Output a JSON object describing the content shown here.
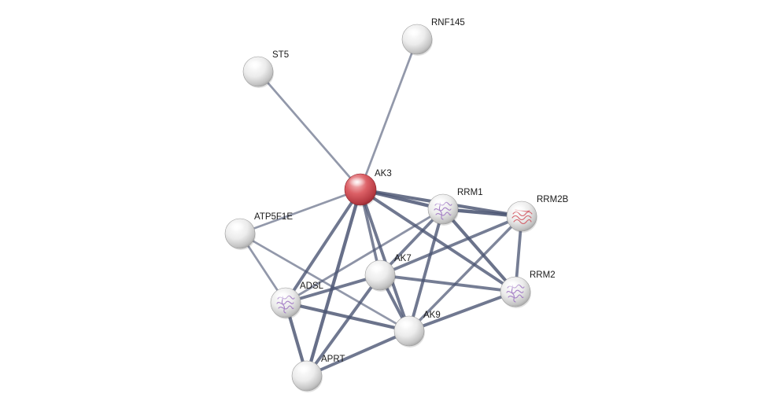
{
  "network": {
    "query_node": "AK3",
    "colors": {
      "query_node": "#d9535a",
      "node": "#e6e6e6",
      "edge": "#4a5472",
      "structure_purple": "#9a6fc0",
      "structure_red": "#d04a55"
    },
    "nodes": [
      {
        "id": "AK3",
        "label": "AK3",
        "query": true,
        "structure": null
      },
      {
        "id": "ST5",
        "label": "ST5",
        "structure": null
      },
      {
        "id": "RNF145",
        "label": "RNF145",
        "structure": null
      },
      {
        "id": "RRM1",
        "label": "RRM1",
        "structure": "purple"
      },
      {
        "id": "RRM2B",
        "label": "RRM2B",
        "structure": "red"
      },
      {
        "id": "ATP5F1E",
        "label": "ATP5F1E",
        "structure": null
      },
      {
        "id": "AK7",
        "label": "AK7",
        "structure": null
      },
      {
        "id": "RRM2",
        "label": "RRM2",
        "structure": "purple"
      },
      {
        "id": "ADSL",
        "label": "ADSL",
        "structure": "purple"
      },
      {
        "id": "AK9",
        "label": "AK9",
        "structure": null
      },
      {
        "id": "APRT",
        "label": "APRT",
        "structure": null
      }
    ],
    "edges": [
      {
        "source": "AK3",
        "target": "ST5",
        "confidence": 0.45
      },
      {
        "source": "AK3",
        "target": "RNF145",
        "confidence": 0.45
      },
      {
        "source": "AK3",
        "target": "RRM1",
        "confidence": 0.9
      },
      {
        "source": "AK3",
        "target": "RRM2B",
        "confidence": 0.85
      },
      {
        "source": "AK3",
        "target": "ATP5F1E",
        "confidence": 0.45
      },
      {
        "source": "AK3",
        "target": "AK7",
        "confidence": 0.7
      },
      {
        "source": "AK3",
        "target": "RRM2",
        "confidence": 0.8
      },
      {
        "source": "AK3",
        "target": "ADSL",
        "confidence": 0.8
      },
      {
        "source": "AK3",
        "target": "AK9",
        "confidence": 0.8
      },
      {
        "source": "AK3",
        "target": "APRT",
        "confidence": 0.9
      },
      {
        "source": "RRM1",
        "target": "RRM2B",
        "confidence": 0.95
      },
      {
        "source": "RRM1",
        "target": "RRM2",
        "confidence": 0.85
      },
      {
        "source": "RRM1",
        "target": "AK7",
        "confidence": 0.75
      },
      {
        "source": "RRM1",
        "target": "AK9",
        "confidence": 0.8
      },
      {
        "source": "RRM1",
        "target": "ADSL",
        "confidence": 0.5
      },
      {
        "source": "RRM2B",
        "target": "RRM2",
        "confidence": 0.75
      },
      {
        "source": "RRM2B",
        "target": "AK7",
        "confidence": 0.75
      },
      {
        "source": "RRM2B",
        "target": "AK9",
        "confidence": 0.65
      },
      {
        "source": "RRM2",
        "target": "AK7",
        "confidence": 0.75
      },
      {
        "source": "RRM2",
        "target": "AK9",
        "confidence": 0.8
      },
      {
        "source": "ATP5F1E",
        "target": "ADSL",
        "confidence": 0.45
      },
      {
        "source": "ATP5F1E",
        "target": "AK9",
        "confidence": 0.45
      },
      {
        "source": "AK7",
        "target": "ADSL",
        "confidence": 0.8
      },
      {
        "source": "AK7",
        "target": "AK9",
        "confidence": 0.8
      },
      {
        "source": "AK7",
        "target": "APRT",
        "confidence": 0.8
      },
      {
        "source": "ADSL",
        "target": "AK9",
        "confidence": 0.85
      },
      {
        "source": "ADSL",
        "target": "APRT",
        "confidence": 0.85
      },
      {
        "source": "AK9",
        "target": "APRT",
        "confidence": 0.8
      }
    ]
  }
}
